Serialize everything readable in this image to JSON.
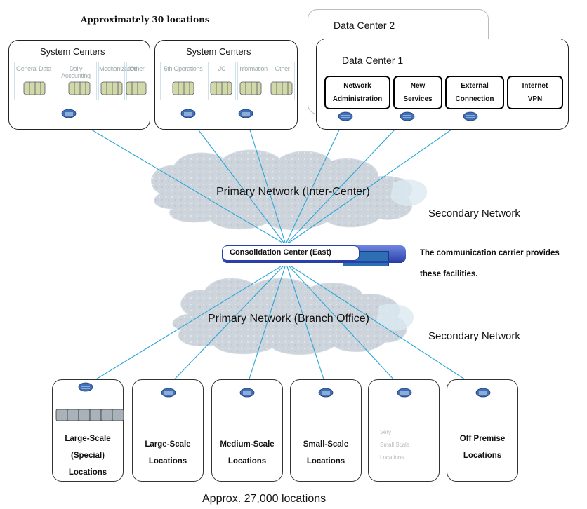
{
  "header": {
    "note": "Approximately 30 locations"
  },
  "system_centers": [
    {
      "title": "System Centers",
      "subs": [
        "General Data",
        "Daily Accounting",
        "Mechanization",
        "Other"
      ]
    },
    {
      "title": "System Centers",
      "subs": [
        "5th Operations",
        "JC",
        "Information",
        "Other"
      ]
    }
  ],
  "data_centers": {
    "dc2_title": "Data Center 2",
    "dc1_title": "Data Center 1",
    "services": [
      {
        "line1": "Network",
        "line2": "Administration"
      },
      {
        "line1": "New",
        "line2": "Services"
      },
      {
        "line1": "External",
        "line2": "Connection"
      },
      {
        "line1": "Internet",
        "line2": "VPN"
      }
    ]
  },
  "networks": {
    "primary_inter_center": "Primary Network (Inter-Center)",
    "secondary_top": "Secondary Network",
    "primary_branch": "Primary Network (Branch Office)",
    "secondary_bottom": "Secondary Network"
  },
  "consolidation": {
    "label": "Consolidation Center (East)",
    "carrier_line1": "The communication carrier provides",
    "carrier_line2": "these facilities."
  },
  "locations": [
    {
      "lines": [
        "Large-Scale",
        "(Special)",
        "Locations"
      ]
    },
    {
      "lines": [
        "Large-Scale",
        "Locations"
      ]
    },
    {
      "lines": [
        "Medium-Scale",
        "Locations"
      ]
    },
    {
      "lines": [
        "Small-Scale",
        "Locations"
      ]
    },
    {
      "lines": [
        "Very",
        "Small Scale",
        "Locations"
      ]
    },
    {
      "lines": [
        "Off Premise",
        "Locations"
      ]
    }
  ],
  "footer": {
    "total": "Approx. 27,000 locations"
  },
  "colors": {
    "link_line": "#2aa6d8",
    "cloud": "#c9d1d9",
    "router": "#3f6fb6",
    "consolidation_bar": "#2a3fa8"
  },
  "icons": [
    "router-icon",
    "server-rack-icon",
    "switch-stack-icon"
  ]
}
